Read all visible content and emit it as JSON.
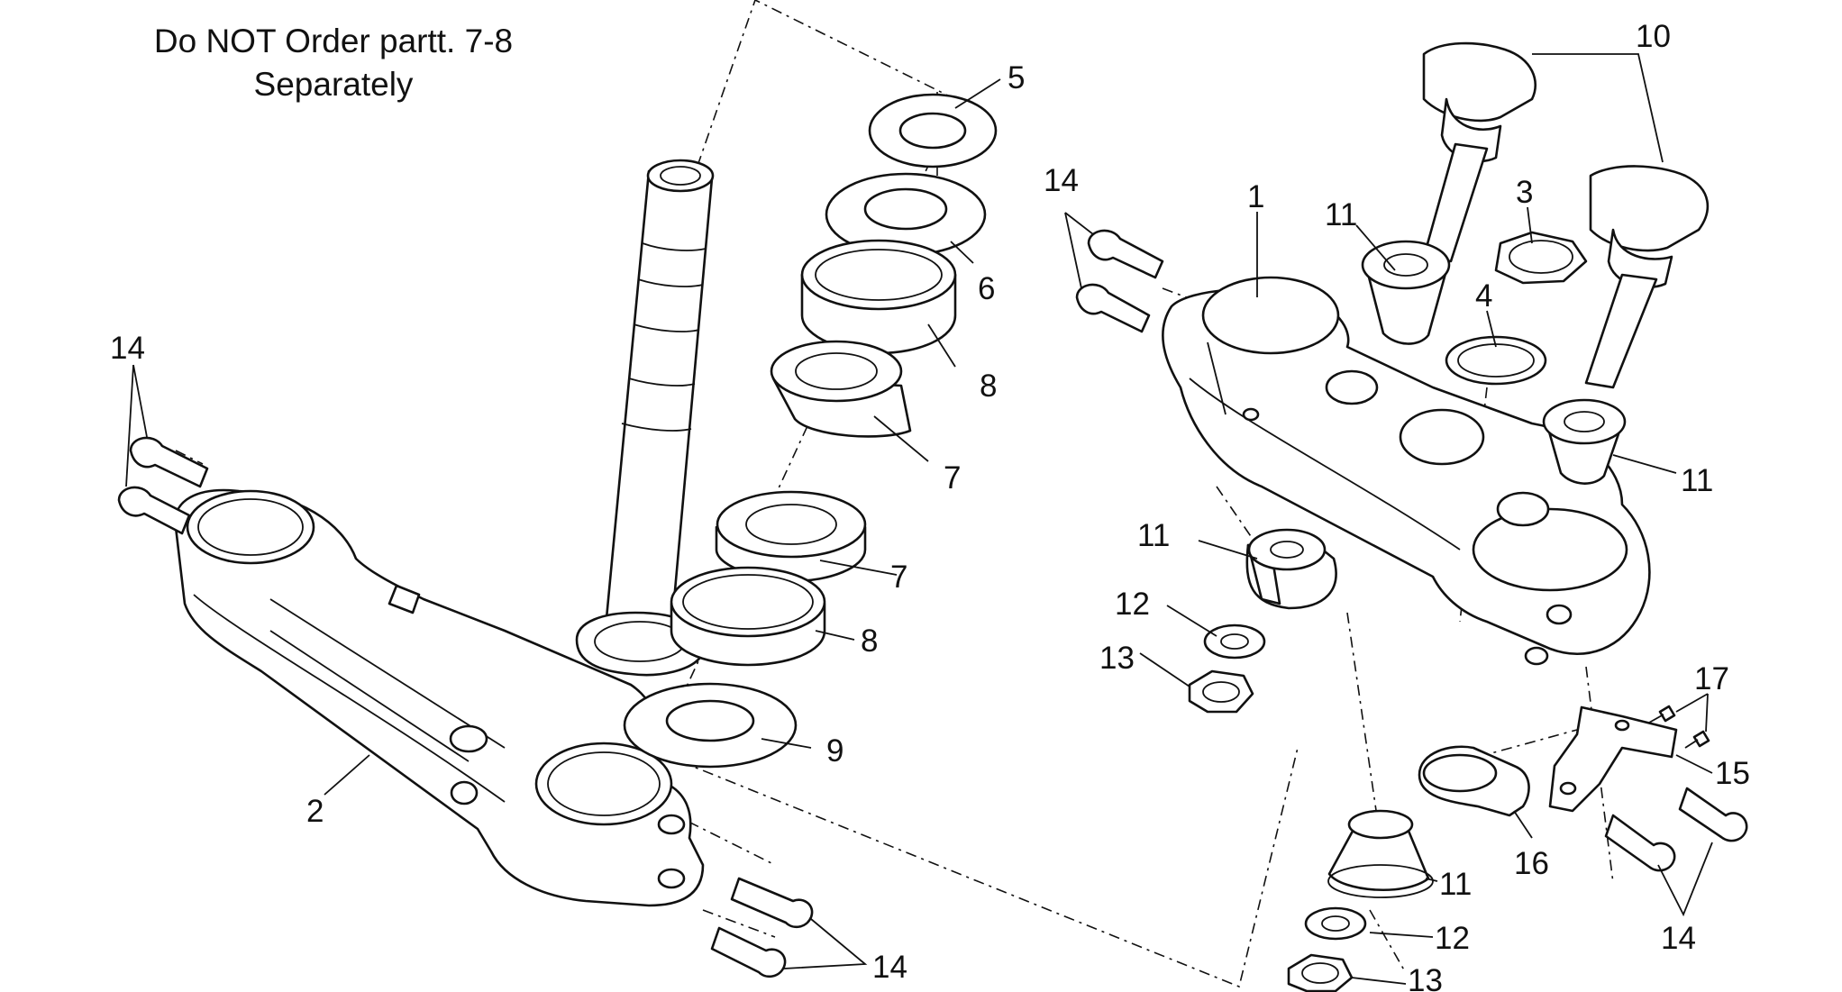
{
  "note": {
    "line1": "Do NOT Order partt. 7-8",
    "line2": "Separately"
  },
  "callouts": {
    "c1": "1",
    "c2": "2",
    "c3": "3",
    "c4": "4",
    "c5": "5",
    "c6": "6",
    "c7a": "7",
    "c7b": "7",
    "c8a": "8",
    "c8b": "8",
    "c9": "9",
    "c10": "10",
    "c11a": "11",
    "c11b": "11",
    "c11c": "11",
    "c11d": "11",
    "c12a": "12",
    "c12b": "12",
    "c13a": "13",
    "c13b": "13",
    "c14a": "14",
    "c14b": "14",
    "c14c": "14",
    "c14d": "14",
    "c15": "15",
    "c16": "16",
    "c17": "17"
  }
}
